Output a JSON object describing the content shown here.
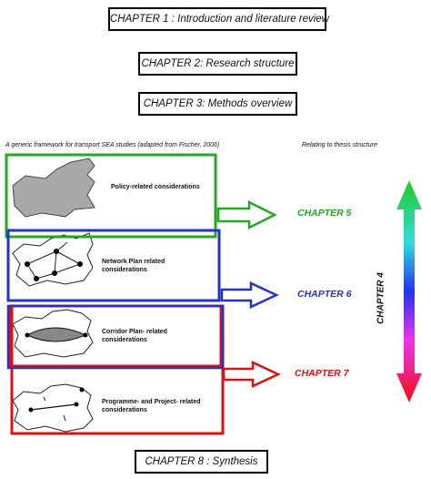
{
  "chapters": {
    "ch1": "CHAPTER 1 : Introduction and literature review",
    "ch2": "CHAPTER 2: Research structure",
    "ch3": "CHAPTER 3: Methods overview",
    "ch8": "CHAPTER 8 : Synthesis"
  },
  "captions": {
    "framework": "A generic framework for transport SEA studies (adapted from Fischer, 2006)",
    "thesis": "Relating to thesis structure"
  },
  "tiers": [
    {
      "label": "Policy-related considerations",
      "chapter": "CHAPTER 5",
      "color": "#22a822"
    },
    {
      "label": "Network Plan related considerations",
      "chapter": "CHAPTER 6",
      "color": "#2233cc"
    },
    {
      "label": "Corridor Plan- related considerations",
      "chapter": "",
      "color": "#dd1111"
    },
    {
      "label": "Programme- and Project- related considerations",
      "chapter": "CHAPTER 7",
      "color": "#dd1111"
    }
  ],
  "spectrum": {
    "label": "CHAPTER 4",
    "colors": [
      "#22c822",
      "#33dddd",
      "#2233ee",
      "#ee33ee",
      "#ee1111"
    ]
  }
}
